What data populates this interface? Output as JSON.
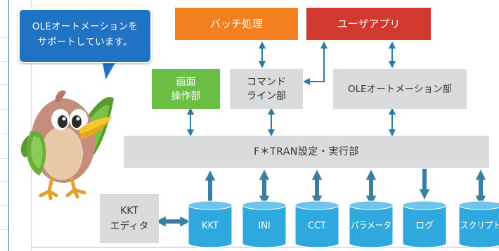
{
  "speech_bubble": {
    "line1": "OLEオートメーションを",
    "line2": "サポートしています。"
  },
  "boxes": {
    "batch": "バッチ処理",
    "user_app": "ユーザアプリ",
    "screen_ops_l1": "画面",
    "screen_ops_l2": "操作部",
    "command_line_l1": "コマンド",
    "command_line_l2": "ライン部",
    "ole_automation": "OLEオートメーション部",
    "ftran": "F＊TRAN設定・実行部",
    "kkt_editor_l1": "KKT",
    "kkt_editor_l2": "エディタ"
  },
  "databases": [
    {
      "label": "KKT"
    },
    {
      "label": "INI"
    },
    {
      "label": "CCT"
    },
    {
      "label": "パラメータ"
    },
    {
      "label": "ログ"
    },
    {
      "label": "スクリプト"
    }
  ],
  "colors": {
    "batch": "#f47f1f",
    "user_app": "#d0392b",
    "screen_ops": "#6cbf45",
    "gray_box": "#d9dbdc",
    "cylinder": "#2fa8de",
    "arrow_thin": "#2a7aa6",
    "arrow_thick": "#3a7f9f",
    "bubble": "#1f73c2"
  }
}
